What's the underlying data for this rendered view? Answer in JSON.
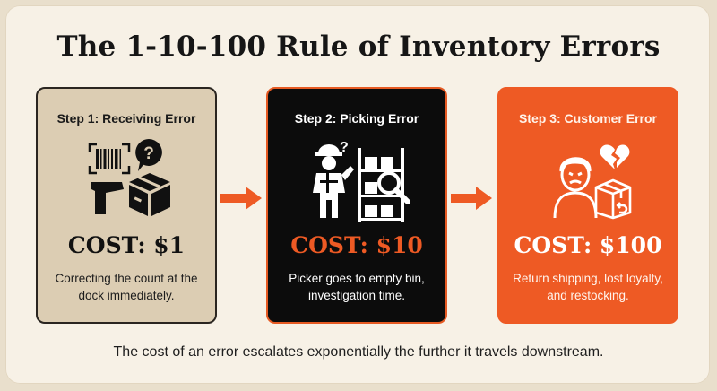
{
  "title": "The 1-10-100 Rule of Inventory Errors",
  "steps": [
    {
      "label": "Step 1: Receiving Error",
      "cost": "COST: $1",
      "description": "Correcting the count at the dock immediately.",
      "icons": [
        "barcode-scanner-icon",
        "question-icon",
        "box-icon"
      ]
    },
    {
      "label": "Step 2: Picking Error",
      "cost": "COST: $10",
      "description": "Picker goes to empty bin, investigation time.",
      "icons": [
        "worker-icon",
        "shelf-icon",
        "magnifier-icon"
      ]
    },
    {
      "label": "Step 3: Customer Error",
      "cost": "COST: $100",
      "description": "Return shipping, lost loyalty, and restocking.",
      "icons": [
        "customer-icon",
        "broken-heart-icon",
        "return-box-icon"
      ]
    }
  ],
  "footer": "The cost of an error escalates exponentially the further it travels downstream.",
  "colors": {
    "accent": "#ee5a24",
    "card1": "#dccdb3",
    "card2": "#0c0c0c",
    "card3": "#ee5a24",
    "background": "#f7f1e6"
  }
}
